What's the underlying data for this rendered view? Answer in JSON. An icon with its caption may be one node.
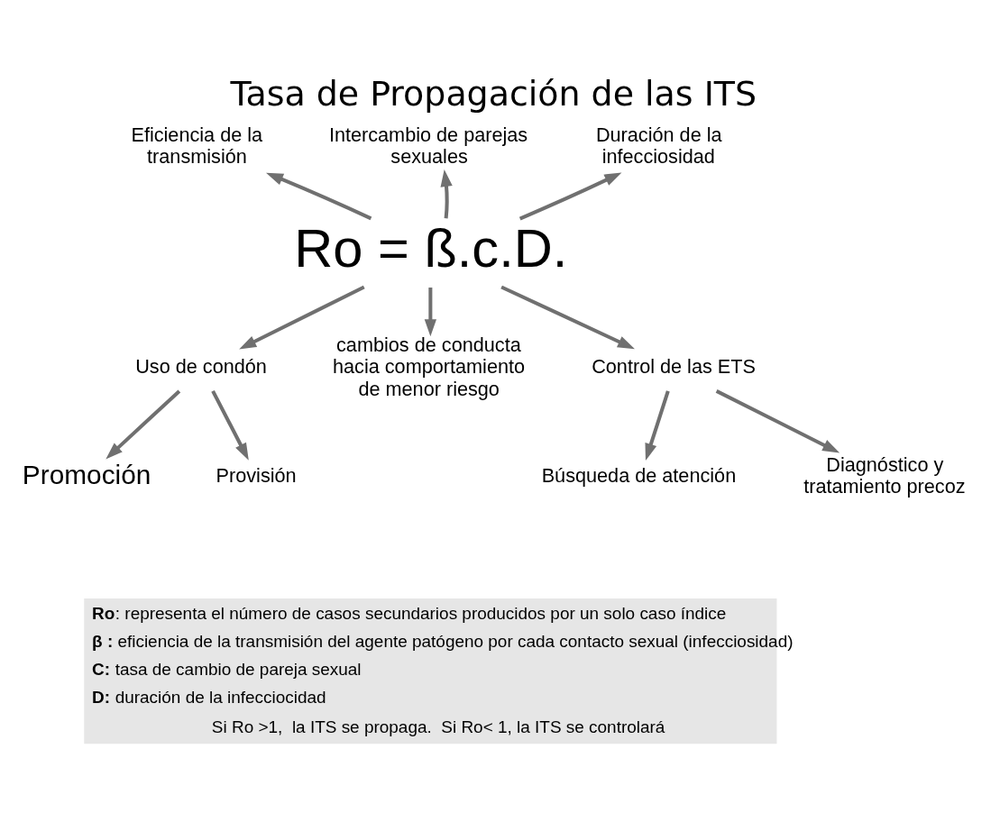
{
  "diagram": {
    "title": "Tasa de Propagación de las ITS",
    "nodes": [
      {
        "text": [
          "Ro = ß.c.D."
        ]
      },
      {
        "text": [
          "Eficiencia de la transmisión"
        ]
      },
      {
        "text": [
          "Intercambio de parejas sexuales"
        ]
      },
      {
        "text": [
          "Duración de la infecciosidad"
        ]
      },
      {
        "text": [
          "Uso de condón"
        ]
      },
      {
        "text": [
          "cambios de conducta hacia comportamiento de menor riesgo"
        ]
      },
      {
        "text": [
          "Control de las ETS"
        ]
      },
      {
        "text": [
          "Promoción"
        ]
      },
      {
        "text": [
          "Provisión"
        ]
      },
      {
        "text": [
          "Búsqueda de atención"
        ]
      },
      {
        "text": [
          "Diagnóstico y tratamiento precoz"
        ]
      },
      {
        "text": [
          "**Ro**: representa el número de casos secundarios producidos por un solo caso índice",
          "**β :** eficiencia de la transmisión del agente patógeno por cada contacto sexual (infecciosidad)",
          "**C:** tasa de cambio de pareja sexual",
          "**D:** duración de la infecciocidad",
          "Si Ro >1,  la ITS se propaga.  Si Ro< 1, la ITS se controlará"
        ]
      }
    ],
    "edges": [
      {
        "from": 0,
        "to": 1,
        "arrow": "to"
      },
      {
        "from": 0,
        "to": 2,
        "arrow": "to"
      },
      {
        "from": 0,
        "to": 3,
        "arrow": "to"
      },
      {
        "from": 0,
        "to": 4,
        "arrow": "to"
      },
      {
        "from": 0,
        "to": 5,
        "arrow": "to"
      },
      {
        "from": 0,
        "to": 6,
        "arrow": "to"
      },
      {
        "from": 4,
        "to": 7,
        "arrow": "to"
      },
      {
        "from": 4,
        "to": 8,
        "arrow": "to"
      },
      {
        "from": 6,
        "to": 9,
        "arrow": "to"
      },
      {
        "from": 6,
        "to": 10,
        "arrow": "to"
      }
    ]
  }
}
